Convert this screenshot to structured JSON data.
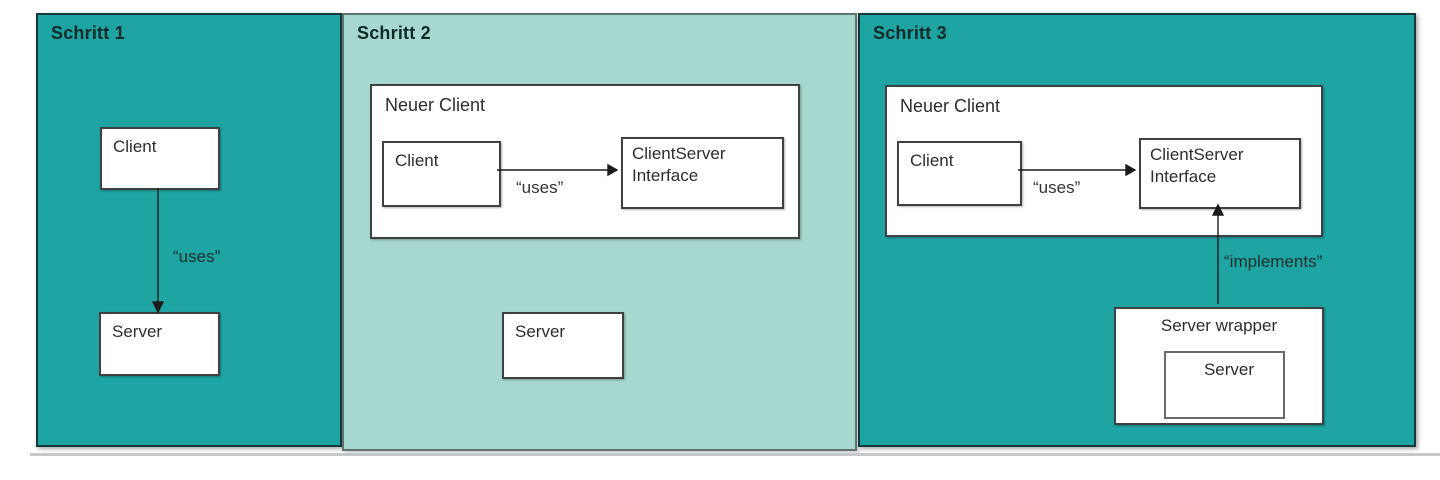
{
  "colors": {
    "panel_dark_teal": "#1FA4A4",
    "panel_light_mint": "#A7D8D0",
    "box_fill": "#FFFFFF",
    "box_border": "#3F4040",
    "connector_line": "#1B1B1B",
    "divider_gray": "#C7C9C9"
  },
  "panel1": {
    "title": "Schritt 1",
    "client_label": "Client",
    "uses_label": "“uses”",
    "server_label": "Server"
  },
  "panel2": {
    "title": "Schritt 2",
    "container_label": "Neuer Client",
    "client_label": "Client",
    "uses_label": "“uses”",
    "interface_label": "ClientServer Interface",
    "server_label": "Server"
  },
  "panel3": {
    "title": "Schritt 3",
    "container_label": "Neuer Client",
    "client_label": "Client",
    "uses_label": "“uses”",
    "interface_label": "ClientServer Interface",
    "implements_label": "“implements”",
    "wrapper_label": "Server wrapper",
    "server_label": "Server"
  }
}
